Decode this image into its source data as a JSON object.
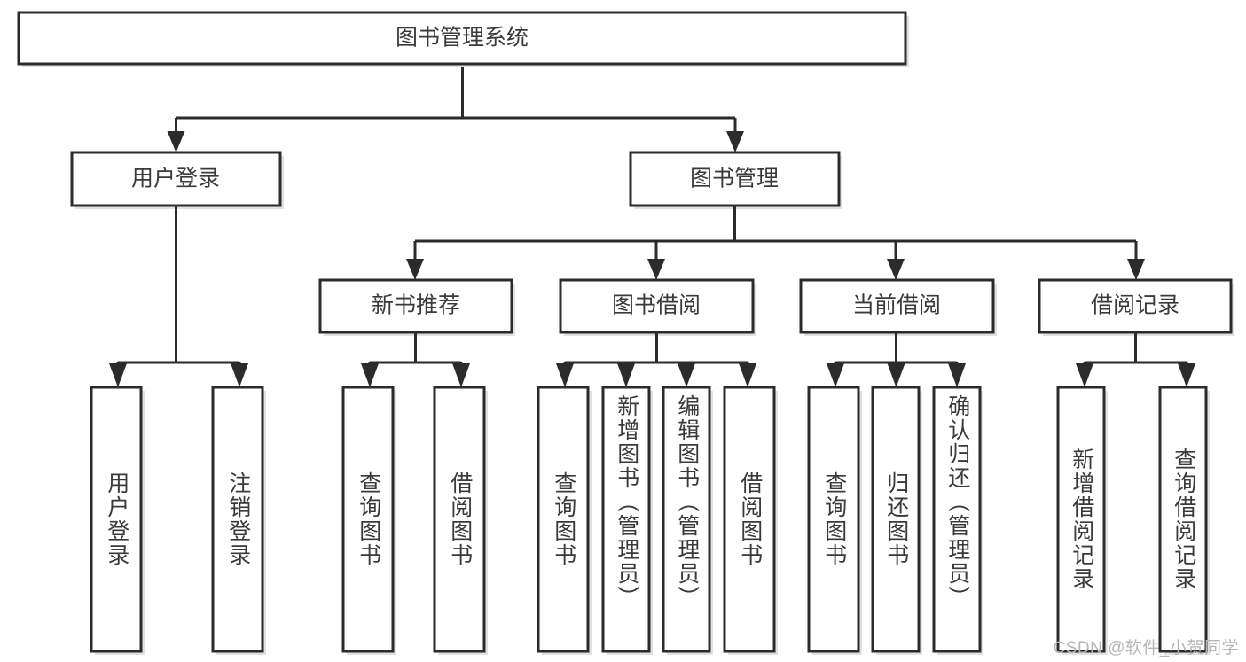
{
  "diagram": {
    "type": "tree-hierarchy",
    "title": "图书管理系统",
    "orientation": "top-down",
    "colors": {
      "box_stroke": "#2b2b2b",
      "box_fill": "#ffffff",
      "text": "#3a3a3a",
      "connector": "#2b2b2b",
      "watermark": "#b6b6b6",
      "page_background": "#ffffff"
    },
    "root": {
      "label": "图书管理系统"
    },
    "level1": [
      {
        "id": "user-login",
        "label": "用户登录"
      },
      {
        "id": "book-management",
        "label": "图书管理"
      }
    ],
    "level2": [
      {
        "id": "new-book-recommend",
        "label": "新书推荐",
        "parent": "book-management"
      },
      {
        "id": "book-borrow",
        "label": "图书借阅",
        "parent": "book-management"
      },
      {
        "id": "current-borrow",
        "label": "当前借阅",
        "parent": "book-management"
      },
      {
        "id": "borrow-record",
        "label": "借阅记录",
        "parent": "book-management"
      }
    ],
    "leaves": {
      "user-login": [
        {
          "id": "leaf-user-login",
          "label": "用户登录"
        },
        {
          "id": "leaf-user-logout",
          "label": "注销登录"
        }
      ],
      "new-book-recommend": [
        {
          "id": "leaf-query-book-1",
          "label": "查询图书"
        },
        {
          "id": "leaf-borrow-book-1",
          "label": "借阅图书"
        }
      ],
      "book-borrow": [
        {
          "id": "leaf-query-book-2",
          "label": "查询图书"
        },
        {
          "id": "leaf-add-book",
          "label": "新增图书（管理员）"
        },
        {
          "id": "leaf-edit-book",
          "label": "编辑图书（管理员）"
        },
        {
          "id": "leaf-borrow-book-2",
          "label": "借阅图书"
        }
      ],
      "current-borrow": [
        {
          "id": "leaf-query-book-3",
          "label": "查询图书"
        },
        {
          "id": "leaf-return-book",
          "label": "归还图书"
        },
        {
          "id": "leaf-confirm-return",
          "label": "确认归还（管理员）"
        }
      ],
      "borrow-record": [
        {
          "id": "leaf-add-record",
          "label": "新增借阅记录"
        },
        {
          "id": "leaf-query-record",
          "label": "查询借阅记录"
        }
      ]
    }
  },
  "watermark": {
    "text": "CSDN @软件_小贺同学"
  }
}
